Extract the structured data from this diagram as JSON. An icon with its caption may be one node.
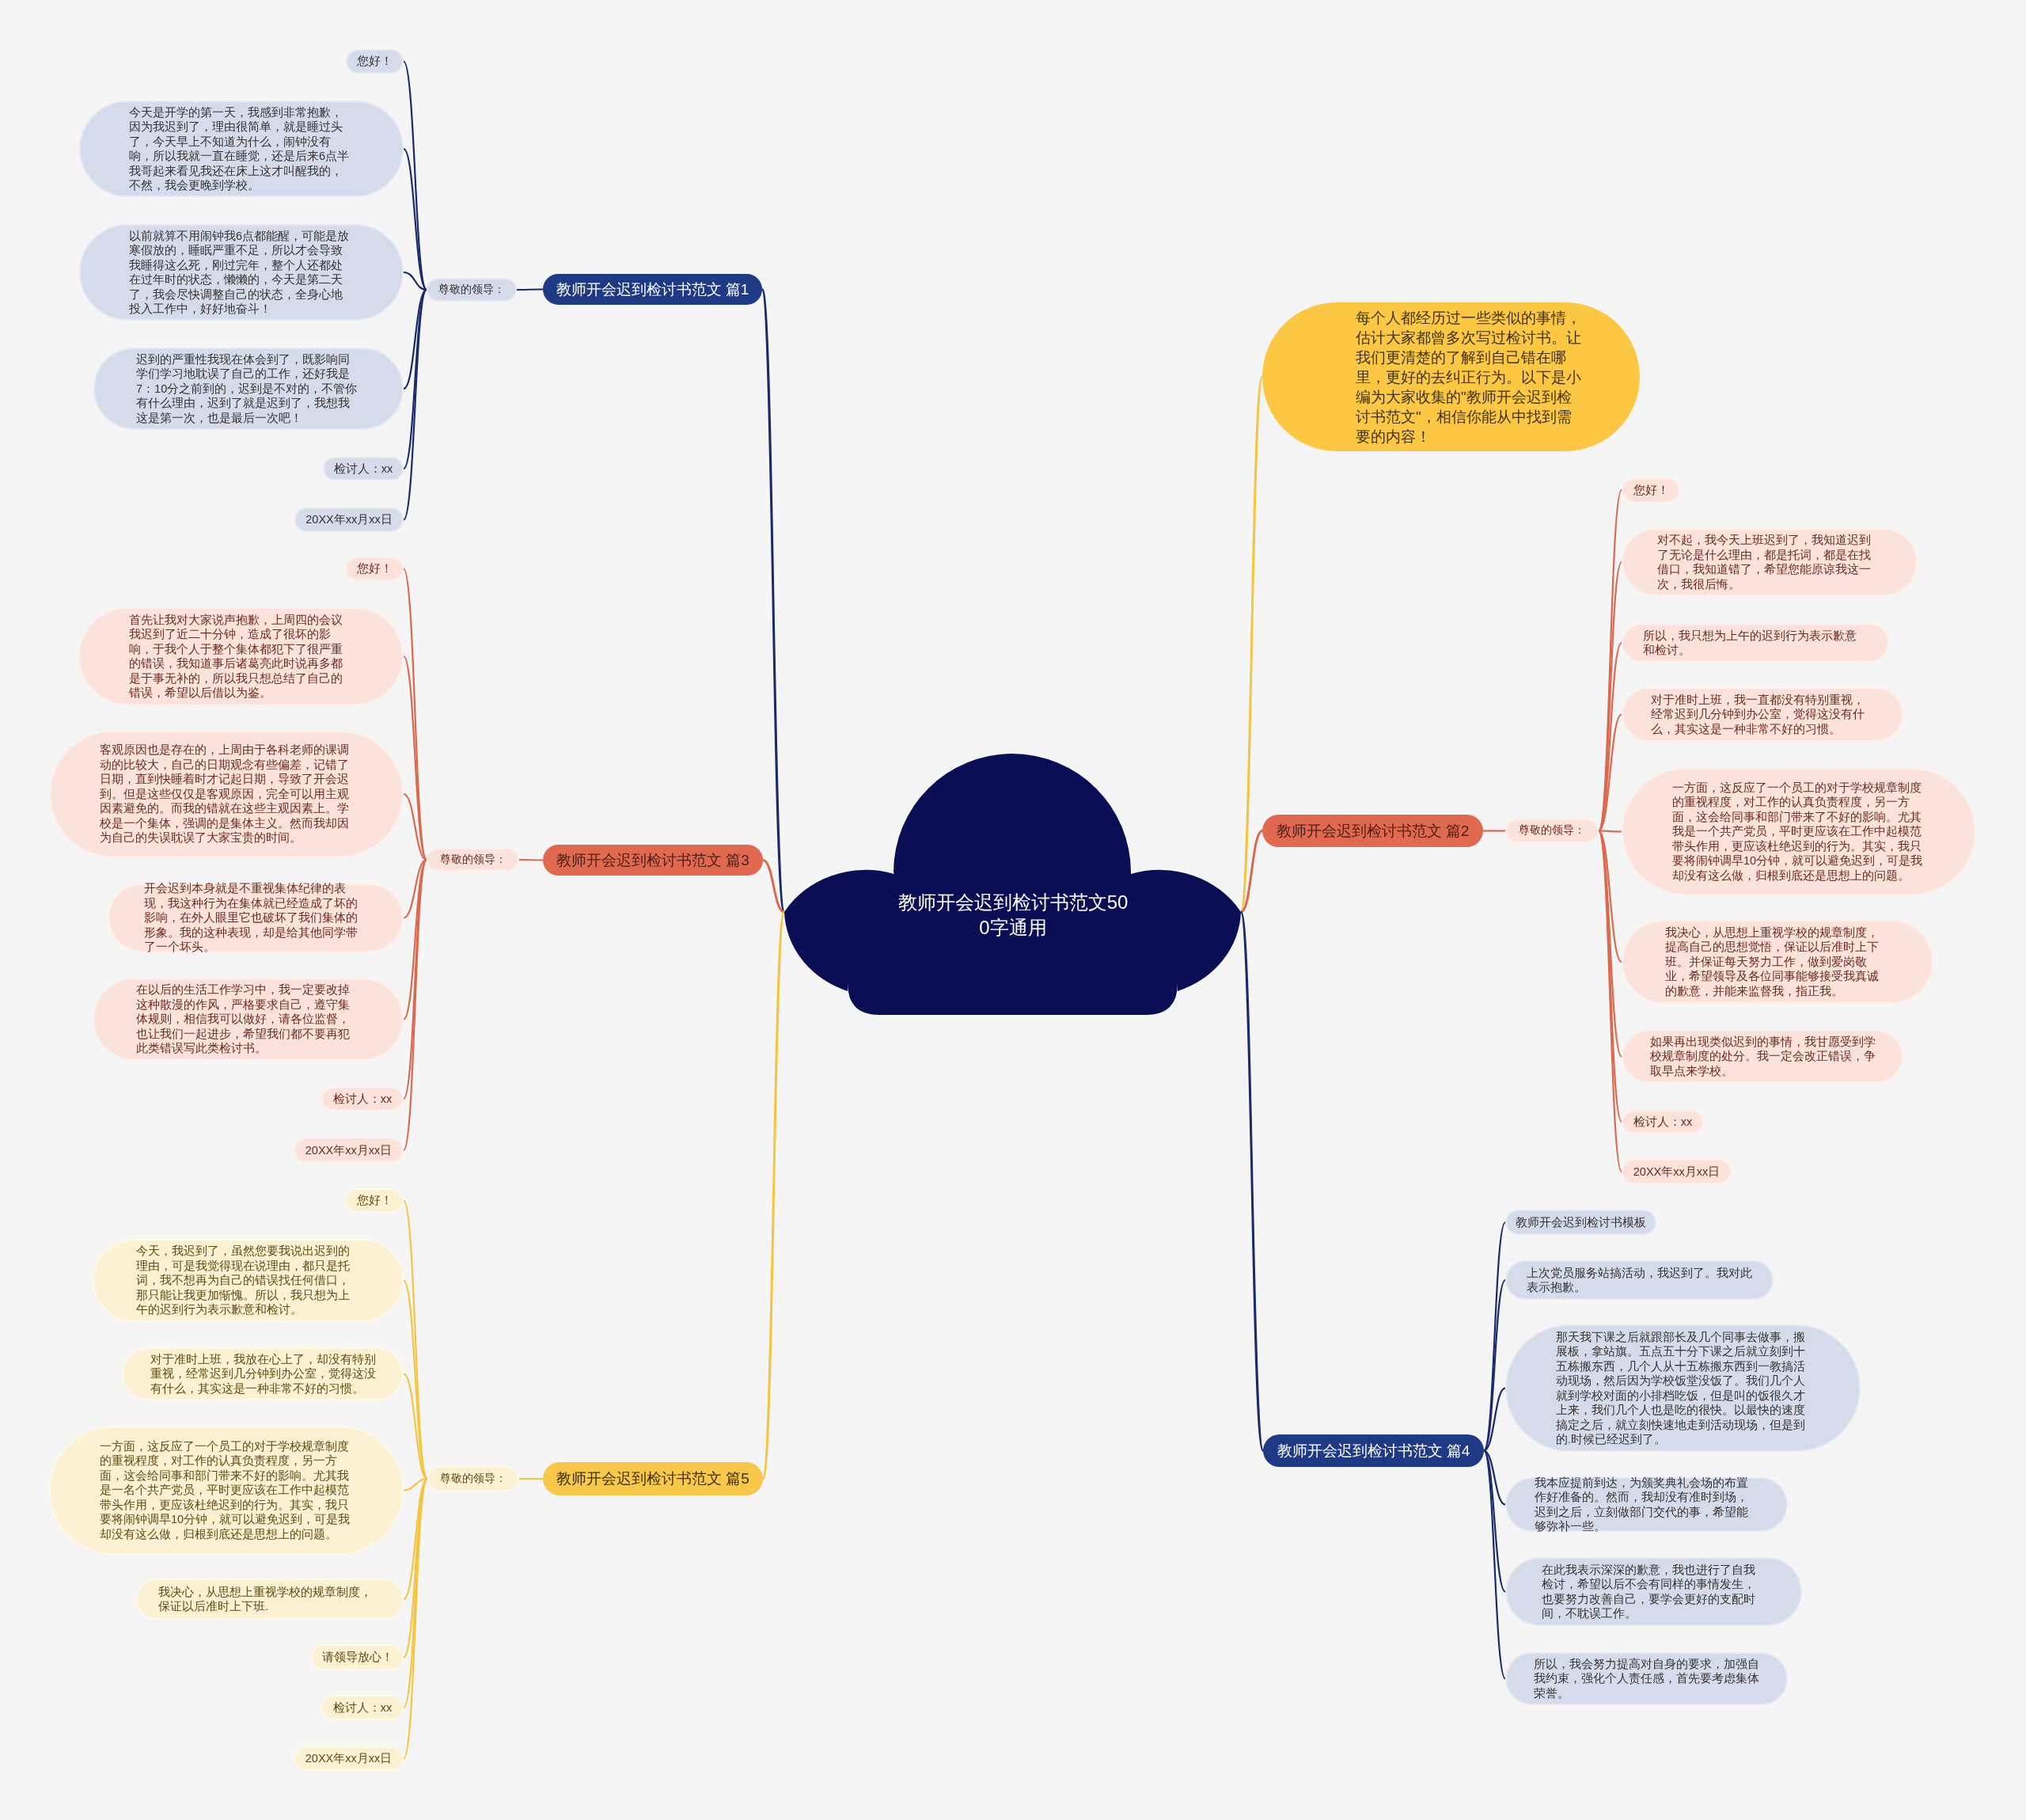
{
  "diagram": {
    "nodes": [
      {
        "text": [
          "教师开会迟到检讨书范文500字通用"
        ]
      },
      {
        "text": [
          "教师开会迟到检讨书范文 篇1"
        ]
      },
      {
        "text": [
          "尊敬的领导："
        ]
      },
      {
        "text": [
          "您好！"
        ]
      },
      {
        "text": [
          "今天是开学的第一天，我感到非常抱歉，因为我迟到了，理由很简单，就是睡过头了，今天早上不知道为什么，闹钟没有响，所以我就一直在睡觉，还是后来6点半我哥起来看见我还在床上这才叫醒我的，不然，我会更晚到学校。"
        ]
      },
      {
        "text": [
          "以前就算不用闹钟我6点都能醒，可能是放寒假放的，睡眠严重不足，所以才会导致我睡得这么死，刚过完年，整个人还都处在过年时的状态，懒懒的，今天是第二天了，我会尽快调整自己的状态，全身心地投入工作中，好好地奋斗！"
        ]
      },
      {
        "text": [
          "迟到的严重性我现在体会到了，既影响同学们学习地耽误了自己的工作，还好我是7：10分之前到的，迟到是不对的，不管你有什么理由，迟到了就是迟到了，我想我这是第一次，也是最后一次吧！"
        ]
      },
      {
        "text": [
          "检讨人：xx"
        ]
      },
      {
        "text": [
          "20XX年xx月xx日"
        ]
      },
      {
        "text": [
          "教师开会迟到检讨书范文 篇3"
        ]
      },
      {
        "text": [
          "尊敬的领导："
        ]
      },
      {
        "text": [
          "您好！"
        ]
      },
      {
        "text": [
          "首先让我对大家说声抱歉，上周四的会议我迟到了近二十分钟，造成了很坏的影响，于我个人于整个集体都犯下了很严重的错误，我知道事后诸葛亮此时说再多都是于事无补的，所以我只想总结了自己的错误，希望以后借以为鉴。"
        ]
      },
      {
        "text": [
          "客观原因也是存在的，上周由于各科老师的课调动的比较大，自己的日期观念有些偏差，记错了日期，直到快睡着时才记起日期，导致了开会迟到。但是这些仅仅是客观原因，完全可以用主观因素避免的。而我的错就在这些主观因素上。学校是一个集体，强调的是集体主义。然而我却因为自己的失误耽误了大家宝贵的时间。"
        ]
      },
      {
        "text": [
          "开会迟到本身就是不重视集体纪律的表现，我这种行为在集体就已经造成了坏的影响，在外人眼里它也破坏了我们集体的形象。我的这种表现，却是给其他同学带了一个坏头。"
        ]
      },
      {
        "text": [
          "在以后的生活工作学习中，我一定要改掉这种散漫的作风，严格要求自己，遵守集体规则，相信我可以做好，请各位监督，也让我们一起进步，希望我们都不要再犯此类错误写此类检讨书。"
        ]
      },
      {
        "text": [
          "检讨人：xx"
        ]
      },
      {
        "text": [
          "20XX年xx月xx日"
        ]
      },
      {
        "text": [
          "教师开会迟到检讨书范文 篇5"
        ]
      },
      {
        "text": [
          "尊敬的领导："
        ]
      },
      {
        "text": [
          "您好！"
        ]
      },
      {
        "text": [
          "今天，我迟到了，虽然您要我说出迟到的理由，可是我觉得现在说理由，都只是托词，我不想再为自己的错误找任何借口，那只能让我更加惭愧。所以，我只想为上午的迟到行为表示歉意和检讨。"
        ]
      },
      {
        "text": [
          "对于准时上班，我放在心上了，却没有特别重视，经常迟到几分钟到办公室，觉得这没有什么，其实这是一种非常不好的习惯。"
        ]
      },
      {
        "text": [
          "一方面，这反应了一个员工的对于学校规章制度的重视程度，对工作的认真负责程度，另一方面，这会给同事和部门带来不好的影响。尤其我是一名个共产党员，平时更应该在工作中起模范带头作用，更应该杜绝迟到的行为。其实，我只要将闹钟调早10分钟，就可以避免迟到，可是我却没有这么做，归根到底还是思想上的问题。"
        ]
      },
      {
        "text": [
          "我决心，从思想上重视学校的规章制度，保证以后准时上下班."
        ]
      },
      {
        "text": [
          "请领导放心！"
        ]
      },
      {
        "text": [
          "检讨人：xx"
        ]
      },
      {
        "text": [
          "20XX年xx月xx日"
        ]
      },
      {
        "text": [
          "每个人都经历过一些类似的事情，估计大家都曾多次写过检讨书。让我们更清楚的了解到自己错在哪里，更好的去纠正行为。以下是小编为大家收集的\"教师开会迟到检讨书范文\"，相信你能从中找到需要的内容！"
        ]
      },
      {
        "text": [
          "教师开会迟到检讨书范文 篇2"
        ]
      },
      {
        "text": [
          "尊敬的领导："
        ]
      },
      {
        "text": [
          "您好！"
        ]
      },
      {
        "text": [
          "对不起，我今天上班迟到了，我知道迟到了无论是什么理由，都是托词，都是在找借口，我知道错了，希望您能原谅我这一次，我很后悔。"
        ]
      },
      {
        "text": [
          "所以，我只想为上午的迟到行为表示歉意和检讨。"
        ]
      },
      {
        "text": [
          "对于准时上班，我一直都没有特别重视，经常迟到几分钟到办公室，觉得这没有什么，其实这是一种非常不好的习惯。"
        ]
      },
      {
        "text": [
          "一方面，这反应了一个员工的对于学校规章制度的重视程度，对工作的认真负责程度，另一方面，这会给同事和部门带来了不好的影响。尤其我是一个共产党员，平时更应该在工作中起模范带头作用，更应该杜绝迟到的行为。其实，我只要将闹钟调早10分钟，就可以避免迟到，可是我却没有这么做，归根到底还是思想上的问题。"
        ]
      },
      {
        "text": [
          "我决心，从思想上重视学校的规章制度，提高自己的思想觉悟，保证以后准时上下班。并保证每天努力工作，做到爱岗敬业，希望领导及各位同事能够接受我真诚的歉意，并能来监督我，指正我。"
        ]
      },
      {
        "text": [
          "如果再出现类似迟到的事情，我甘愿受到学校规章制度的处分。我一定会改正错误，争取早点来学校。"
        ]
      },
      {
        "text": [
          "检讨人：xx"
        ]
      },
      {
        "text": [
          "20XX年xx月xx日"
        ]
      },
      {
        "text": [
          "教师开会迟到检讨书范文 篇4"
        ]
      },
      {
        "text": [
          "教师开会迟到检讨书模板"
        ]
      },
      {
        "text": [
          "上次党员服务站搞活动，我迟到了。我对此表示抱歉。"
        ]
      },
      {
        "text": [
          "那天我下课之后就跟部长及几个同事去做事，搬展板，拿站旗。五点五十分下课之后就立刻到十五栋搬东西，几个人从十五栋搬东西到一教搞活动现场，然后因为学校饭堂没饭了。我们几个人就到学校对面的小排档吃饭，但是叫的饭很久才上来，我们几个人也是吃的很快。以最快的速度搞定之后，就立刻快速地走到活动现场，但是到的.时候已经迟到了。"
        ]
      },
      {
        "text": [
          "我本应提前到达，为颁奖典礼会场的布置作好准备的。然而，我却没有准时到场，迟到之后，立刻做部门交代的事，希望能够弥补一些。"
        ]
      },
      {
        "text": [
          "在此我表示深深的歉意，我也进行了自我检讨，希望以后不会有同样的事情发生，也要努力改善自己，要学会更好的支配时间，不耽误工作。"
        ]
      },
      {
        "text": [
          "所以，我会努力提高对自身的要求，加强自我约束，强化个人责任感，首先要考虑集体荣誉。"
        ]
      }
    ],
    "edges": [
      {
        "from": 0,
        "to": 1,
        "arrow": "none",
        "color": "#1b2a6b"
      },
      {
        "from": 1,
        "to": 2,
        "arrow": "none",
        "color": "#1b2a6b"
      },
      {
        "from": 2,
        "to": 3,
        "arrow": "none",
        "color": "#1b2a6b"
      },
      {
        "from": 2,
        "to": 4,
        "arrow": "none",
        "color": "#1b2a6b"
      },
      {
        "from": 2,
        "to": 5,
        "arrow": "none",
        "color": "#1b2a6b"
      },
      {
        "from": 2,
        "to": 6,
        "arrow": "none",
        "color": "#1b2a6b"
      },
      {
        "from": 2,
        "to": 7,
        "arrow": "none",
        "color": "#1b2a6b"
      },
      {
        "from": 2,
        "to": 8,
        "arrow": "none",
        "color": "#1b2a6b"
      },
      {
        "from": 0,
        "to": 9,
        "arrow": "none",
        "color": "#d9694f"
      },
      {
        "from": 9,
        "to": 10,
        "arrow": "none",
        "color": "#d9694f"
      },
      {
        "from": 10,
        "to": 11,
        "arrow": "none",
        "color": "#d9694f"
      },
      {
        "from": 10,
        "to": 12,
        "arrow": "none",
        "color": "#d9694f"
      },
      {
        "from": 10,
        "to": 13,
        "arrow": "none",
        "color": "#d9694f"
      },
      {
        "from": 10,
        "to": 14,
        "arrow": "none",
        "color": "#d9694f"
      },
      {
        "from": 10,
        "to": 15,
        "arrow": "none",
        "color": "#d9694f"
      },
      {
        "from": 10,
        "to": 16,
        "arrow": "none",
        "color": "#d9694f"
      },
      {
        "from": 10,
        "to": 17,
        "arrow": "none",
        "color": "#d9694f"
      },
      {
        "from": 0,
        "to": 18,
        "arrow": "none",
        "color": "#f4c542"
      },
      {
        "from": 18,
        "to": 19,
        "arrow": "none",
        "color": "#f4c542"
      },
      {
        "from": 19,
        "to": 20,
        "arrow": "none",
        "color": "#f4c542"
      },
      {
        "from": 19,
        "to": 21,
        "arrow": "none",
        "color": "#f4c542"
      },
      {
        "from": 19,
        "to": 22,
        "arrow": "none",
        "color": "#f4c542"
      },
      {
        "from": 19,
        "to": 23,
        "arrow": "none",
        "color": "#f4c542"
      },
      {
        "from": 19,
        "to": 24,
        "arrow": "none",
        "color": "#f4c542"
      },
      {
        "from": 19,
        "to": 25,
        "arrow": "none",
        "color": "#f4c542"
      },
      {
        "from": 19,
        "to": 26,
        "arrow": "none",
        "color": "#f4c542"
      },
      {
        "from": 19,
        "to": 27,
        "arrow": "none",
        "color": "#f4c542"
      },
      {
        "from": 0,
        "to": 28,
        "arrow": "none",
        "color": "#f4c542"
      },
      {
        "from": 0,
        "to": 29,
        "arrow": "none",
        "color": "#d9694f"
      },
      {
        "from": 29,
        "to": 30,
        "arrow": "none",
        "color": "#d9694f"
      },
      {
        "from": 30,
        "to": 31,
        "arrow": "none",
        "color": "#d9694f"
      },
      {
        "from": 30,
        "to": 32,
        "arrow": "none",
        "color": "#d9694f"
      },
      {
        "from": 30,
        "to": 33,
        "arrow": "none",
        "color": "#d9694f"
      },
      {
        "from": 30,
        "to": 34,
        "arrow": "none",
        "color": "#d9694f"
      },
      {
        "from": 30,
        "to": 35,
        "arrow": "none",
        "color": "#d9694f"
      },
      {
        "from": 30,
        "to": 36,
        "arrow": "none",
        "color": "#d9694f"
      },
      {
        "from": 30,
        "to": 37,
        "arrow": "none",
        "color": "#d9694f"
      },
      {
        "from": 30,
        "to": 38,
        "arrow": "none",
        "color": "#d9694f"
      },
      {
        "from": 30,
        "to": 39,
        "arrow": "none",
        "color": "#d9694f"
      },
      {
        "from": 0,
        "to": 40,
        "arrow": "none",
        "color": "#1b2a6b"
      },
      {
        "from": 40,
        "to": 41,
        "arrow": "none",
        "color": "#1b2a6b"
      },
      {
        "from": 40,
        "to": 42,
        "arrow": "none",
        "color": "#1b2a6b"
      },
      {
        "from": 40,
        "to": 43,
        "arrow": "none",
        "color": "#1b2a6b"
      },
      {
        "from": 40,
        "to": 44,
        "arrow": "none",
        "color": "#1b2a6b"
      },
      {
        "from": 40,
        "to": 45,
        "arrow": "none",
        "color": "#1b2a6b"
      },
      {
        "from": 40,
        "to": 46,
        "arrow": "none",
        "color": "#1b2a6b"
      }
    ]
  }
}
